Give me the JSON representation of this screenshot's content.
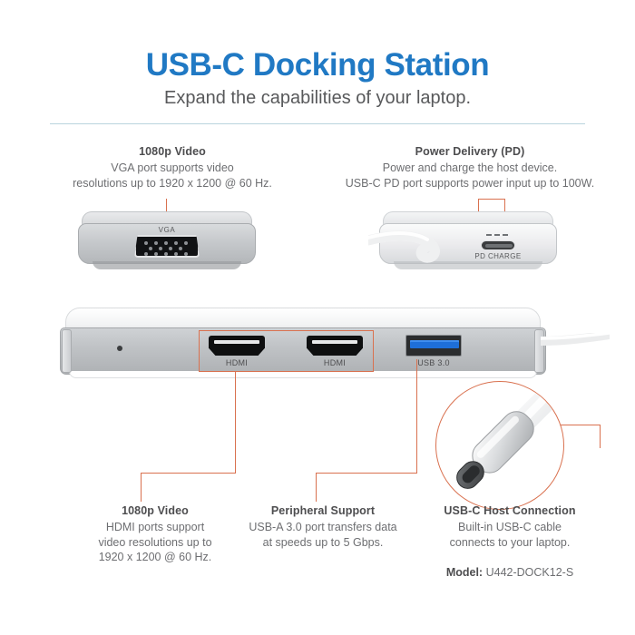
{
  "header": {
    "title": "USB-C Docking Station",
    "subtitle": "Expand the capabilities of your laptop.",
    "title_color": "#2079c4",
    "subtitle_color": "#58595b",
    "divider_color": "#b9d4dd"
  },
  "theme": {
    "callout_line_color": "#d9714f",
    "heading_color": "#4d4d4f",
    "body_color": "#6d6e71"
  },
  "callouts": {
    "vga": {
      "heading": "1080p Video",
      "lines": [
        "VGA port supports video",
        "resolutions up to 1920 x 1200 @ 60 Hz."
      ]
    },
    "pd": {
      "heading": "Power Delivery (PD)",
      "lines": [
        "Power and charge the host device.",
        "USB-C PD port supports power input up to 100W."
      ]
    },
    "hdmi": {
      "heading": "1080p Video",
      "lines": [
        "HDMI ports support",
        "video resolutions up to",
        "1920 x 1200 @ 60 Hz."
      ]
    },
    "usba": {
      "heading": "Peripheral Support",
      "lines": [
        "USB-A 3.0 port transfers data",
        "at speeds up to 5 Gbps."
      ]
    },
    "usbc": {
      "heading": "USB-C Host Connection",
      "lines": [
        "Built-in USB-C cable",
        "connects to your laptop."
      ]
    }
  },
  "model": {
    "label": "Model:",
    "value": "U442-DOCK12-S"
  },
  "device_labels": {
    "vga_port": "VGA",
    "pd_port": "PD CHARGE",
    "hdmi_port_1": "HDMI",
    "hdmi_port_2": "HDMI",
    "usb_port": "USB 3.0"
  },
  "icons": {
    "vga": "vga-port-icon",
    "pd": "usb-c-port-icon",
    "hdmi": "hdmi-port-icon",
    "usb": "usb-a-port-icon",
    "led": "led-indicator-icon",
    "magnifier": "magnifier-circle-icon",
    "usb_c_plug": "usb-c-plug-icon"
  }
}
